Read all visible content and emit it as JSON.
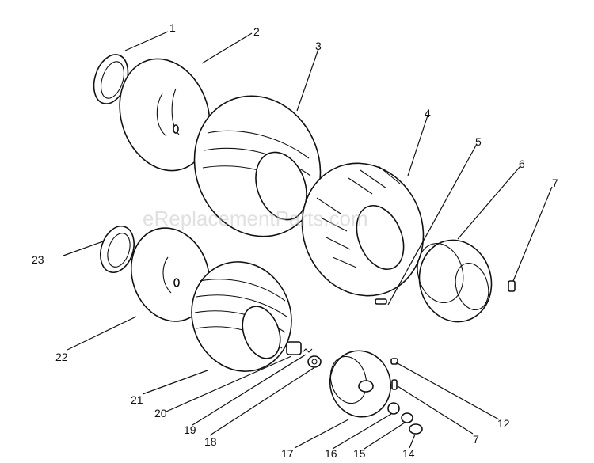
{
  "watermark": "eReplacementParts.com",
  "callouts": {
    "c1": "1",
    "c2": "2",
    "c3": "3",
    "c4": "4",
    "c5": "5",
    "c6": "6",
    "c7a": "7",
    "c7b": "7",
    "c12": "12",
    "c14": "14",
    "c15": "15",
    "c16": "16",
    "c17": "17",
    "c18": "18",
    "c19": "19",
    "c20": "20",
    "c21": "21",
    "c22": "22",
    "c23": "23"
  }
}
